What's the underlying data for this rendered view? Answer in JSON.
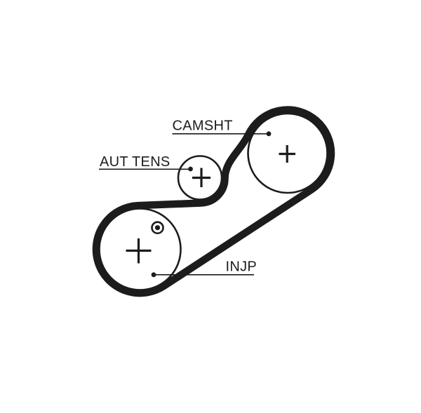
{
  "diagram": {
    "type": "timing-belt-routing",
    "background_color": "#ffffff",
    "line_color": "#1c1c1c",
    "labels": {
      "camshaft": "CAMSHT",
      "auto_tensioner": "AUT TENS",
      "injection_pump": "INJP"
    },
    "pulleys": [
      {
        "name": "camshaft-pulley",
        "label": "CAMSHT"
      },
      {
        "name": "auto-tensioner-pulley",
        "label": "AUT TENS"
      },
      {
        "name": "injection-pump-pulley",
        "label": "INJP"
      }
    ]
  }
}
